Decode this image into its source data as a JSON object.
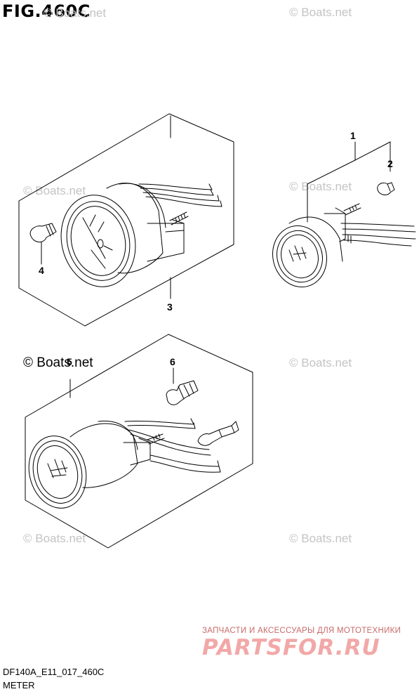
{
  "figure": {
    "title": "FIG.460C",
    "code": "DF140A_E11_017_460C",
    "name": "METER"
  },
  "callouts": [
    "1",
    "2",
    "3",
    "4",
    "5",
    "6"
  ],
  "watermarks": {
    "light": "© Boats.net",
    "strong": "© Boats.net"
  },
  "branding": {
    "tagline": "ЗАПЧАСТИ И АКСЕССУАРЫ ДЛЯ МОТОТЕХНИКИ",
    "logo": "PARTSFOR.RU"
  },
  "colors": {
    "line": "#000000",
    "watermark": "#c4c4c4",
    "brand": "#f2a8a8"
  }
}
